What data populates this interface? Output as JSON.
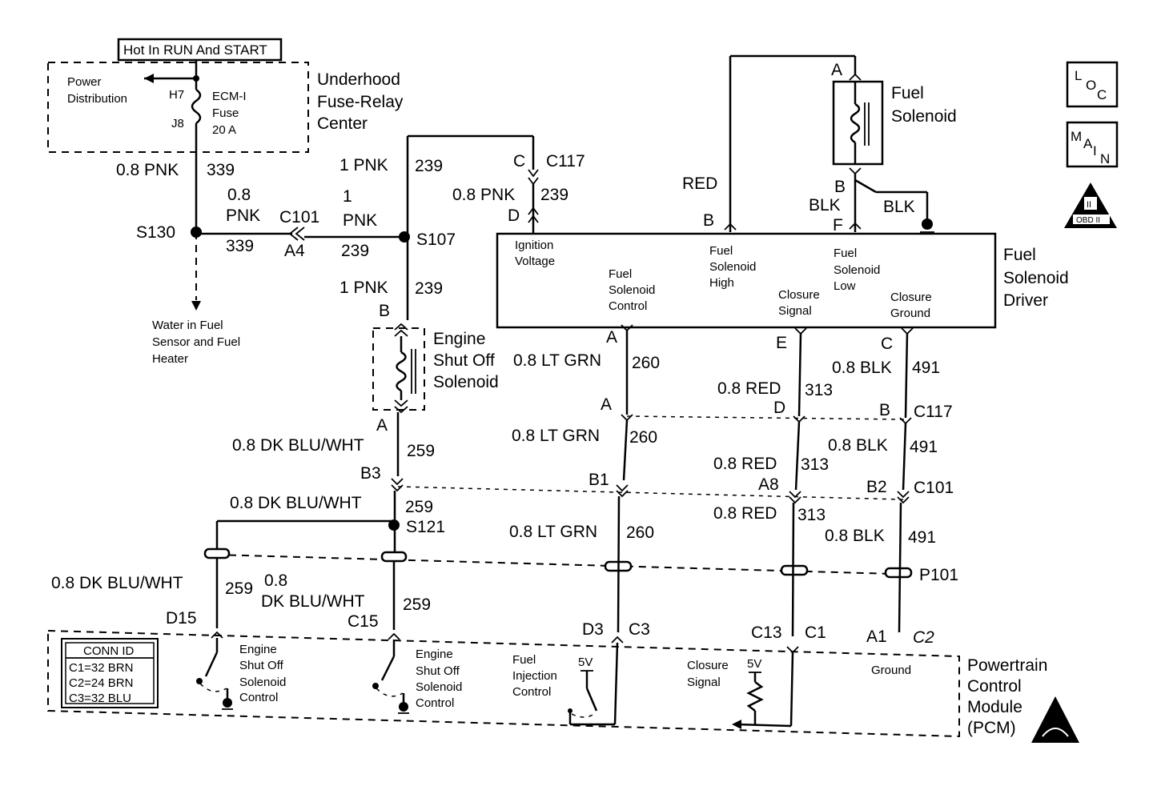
{
  "hot_label": "Hot In RUN And START",
  "fuse_center": {
    "title_lines": [
      "Underhood",
      "Fuse-Relay",
      "Center"
    ],
    "power_dist": [
      "Power",
      "Distribution"
    ],
    "h7": "H7",
    "j8": "J8",
    "fuse": [
      "ECM-I",
      "Fuse",
      "20 A"
    ]
  },
  "wires": {
    "w339_top": "0.8 PNK",
    "w339_top_num": "339",
    "c101_top": "0.8",
    "c101_color": "PNK",
    "c101_num": "339",
    "c101_name": "C101",
    "c101_pin": "A4",
    "pnk1_top": "1",
    "pnk1_color": "PNK",
    "pnk1_num": "239",
    "pnk_upper": "1 PNK",
    "pnk_upper_num": "239",
    "pnk_lower": "1 PNK",
    "pnk_lower_num": "239",
    "c117_c": "C",
    "c117_name": "C117",
    "pnk08": "0.8 PNK",
    "pnk08_num": "239",
    "pin_d": "D",
    "s130": "S130",
    "s107": "S107",
    "pin_b_solenoid": "B",
    "water_sensor": [
      "Water in Fuel",
      "Sensor and Fuel",
      "Heater"
    ],
    "pin_a_eso": "A",
    "dkblu1": "0.8 DK BLU/WHT",
    "dkblu1_num": "259",
    "b3": "B3",
    "dkblu2": "0.8 DK BLU/WHT",
    "dkblu2_num": "259",
    "s121": "S121",
    "dkblu3": "0.8 DK BLU/WHT",
    "dkblu3_num": "259",
    "dkblu4_top": "0.8",
    "dkblu4": "DK BLU/WHT",
    "dkblu4_num": "259",
    "d15": "D15",
    "c15": "C15"
  },
  "eso_label": [
    "Engine",
    "Shut Off",
    "Solenoid"
  ],
  "fuel_solenoid": {
    "title": [
      "Fuel",
      "Solenoid"
    ],
    "pin_a": "A",
    "pin_b": "B",
    "blk_b": "BLK",
    "pin_f": "F",
    "blk_gnd": "BLK",
    "red": "RED",
    "pin_b_driver": "B"
  },
  "driver": {
    "title": [
      "Fuel",
      "Solenoid",
      "Driver"
    ],
    "terminals": [
      [
        "Ignition",
        "Voltage"
      ],
      [
        "Fuel",
        "Solenoid",
        "Control"
      ],
      [
        "Fuel",
        "Solenoid",
        "High"
      ],
      [
        "Closure",
        "Signal"
      ],
      [
        "Fuel",
        "Solenoid",
        "Low"
      ],
      [
        "Closure",
        "Ground"
      ]
    ]
  },
  "circuit260": {
    "pin_a": "A",
    "wire1": "0.8 LT GRN",
    "num1": "260",
    "pin_a2": "A",
    "wire2": "0.8 LT GRN",
    "num2": "260",
    "b1": "B1",
    "wire3": "0.8 LT GRN",
    "num3": "260",
    "d3": "D3",
    "c3": "C3"
  },
  "circuit313": {
    "pin_e": "E",
    "wire1": "0.8 RED",
    "num1": "313",
    "pin_d": "D",
    "wire2": "0.8 RED",
    "num2": "313",
    "a8": "A8",
    "wire3": "0.8 RED",
    "num3": "313",
    "c13": "C13",
    "c1": "C1"
  },
  "circuit491": {
    "pin_c": "C",
    "wire1": "0.8 BLK",
    "num1": "491",
    "pin_b": "B",
    "c117": "C117",
    "wire2": "0.8 BLK",
    "num2": "491",
    "b2": "B2",
    "c101": "C101",
    "wire3": "0.8 BLK",
    "num3": "491",
    "p101": "P101",
    "a1": "A1",
    "c2": "C2"
  },
  "pcm": {
    "title": [
      "Powertrain",
      "Control",
      "Module",
      "(PCM)"
    ],
    "conn_id": [
      "CONN ID",
      "C1=32 BRN",
      "C2=24 BRN",
      "C3=32 BLU"
    ],
    "eso_ctrl": [
      "Engine",
      "Shut Off",
      "Solenoid",
      "Control"
    ],
    "fic": [
      "Fuel",
      "Injection",
      "Control"
    ],
    "closure": [
      "Closure",
      "Signal"
    ],
    "five_v": "5V",
    "ground": "Ground"
  },
  "icons": {
    "loc": [
      "L",
      "O",
      "C"
    ],
    "main": [
      "M",
      "A",
      "I",
      "N"
    ],
    "obd": "OBD II"
  }
}
